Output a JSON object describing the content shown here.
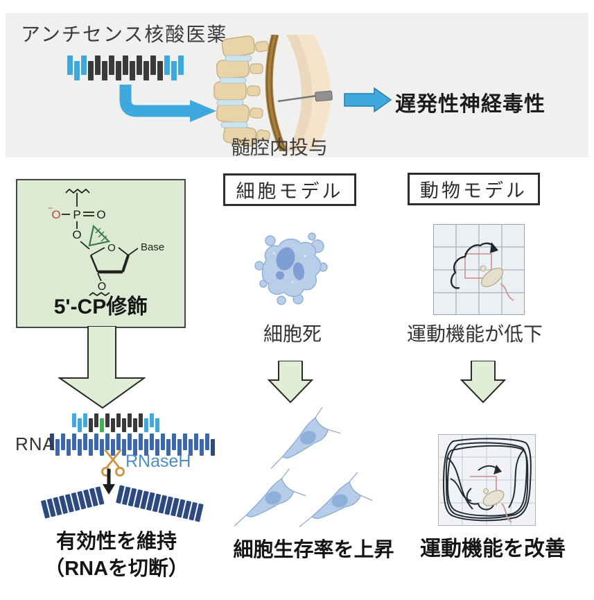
{
  "top_section": {
    "title": "アンチセンス核酸医薬",
    "injection_label": "髄腔内投与",
    "outcome_label": "遅発性神経毒性"
  },
  "chemistry": {
    "modification_label": "5'-CP修飾",
    "atoms": {
      "minus": "−",
      "o_minus": "O",
      "p": "P",
      "o_double": "O",
      "o_5prime": "O",
      "o_3prime": "O",
      "base": "Base"
    }
  },
  "mechanism": {
    "rna_label": "RNA",
    "enzyme_label": "RNaseH",
    "outcome_line1": "有効性を維持",
    "outcome_line2": "（RNAを切断）"
  },
  "cell_model": {
    "header": "細胞モデル",
    "before_label": "細胞死",
    "after_label": "細胞生存率を上昇"
  },
  "animal_model": {
    "header": "動物モデル",
    "before_label": "運動機能が低下",
    "after_label": "運動機能を改善"
  },
  "bars": {
    "palette": {
      "b": "#3fa8dc",
      "d": "#3a3a3a",
      "g": "#3cb54e",
      "r": "#3a68ac",
      "n": "#2c4a80"
    },
    "aso_top": "bbbdddddddddddbbb",
    "aso_duplex": "bbbddgdddddddbbb",
    "rna_strand": "nrrrrrrrrrrrrrrrrrrrrrrrrrrrrn",
    "fragment_left": "nnnnnnnnnn",
    "fragment_right": "nnnnnnnnnnnnnn"
  },
  "colors": {
    "accent_blue": "#3fa8dc",
    "arrow_green": "#e0eed6",
    "box_green": "#dcead2",
    "enzyme_text": "#4b8ec6",
    "track_red": "#cc8a8a"
  }
}
